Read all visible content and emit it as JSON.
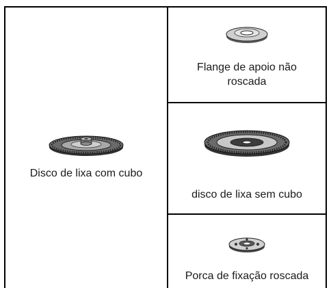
{
  "table": {
    "left_cell": {
      "caption": "Disco de lixa com cubo",
      "icon": "sanding-disc-with-hub-icon"
    },
    "right_cells": [
      {
        "caption": "Flange de apoio não roscada",
        "icon": "backing-flange-icon"
      },
      {
        "caption": "disco de lixa sem cubo",
        "icon": "sanding-disc-without-hub-icon"
      },
      {
        "caption": "Porca de fixação roscada",
        "icon": "threaded-lock-nut-icon"
      }
    ]
  }
}
